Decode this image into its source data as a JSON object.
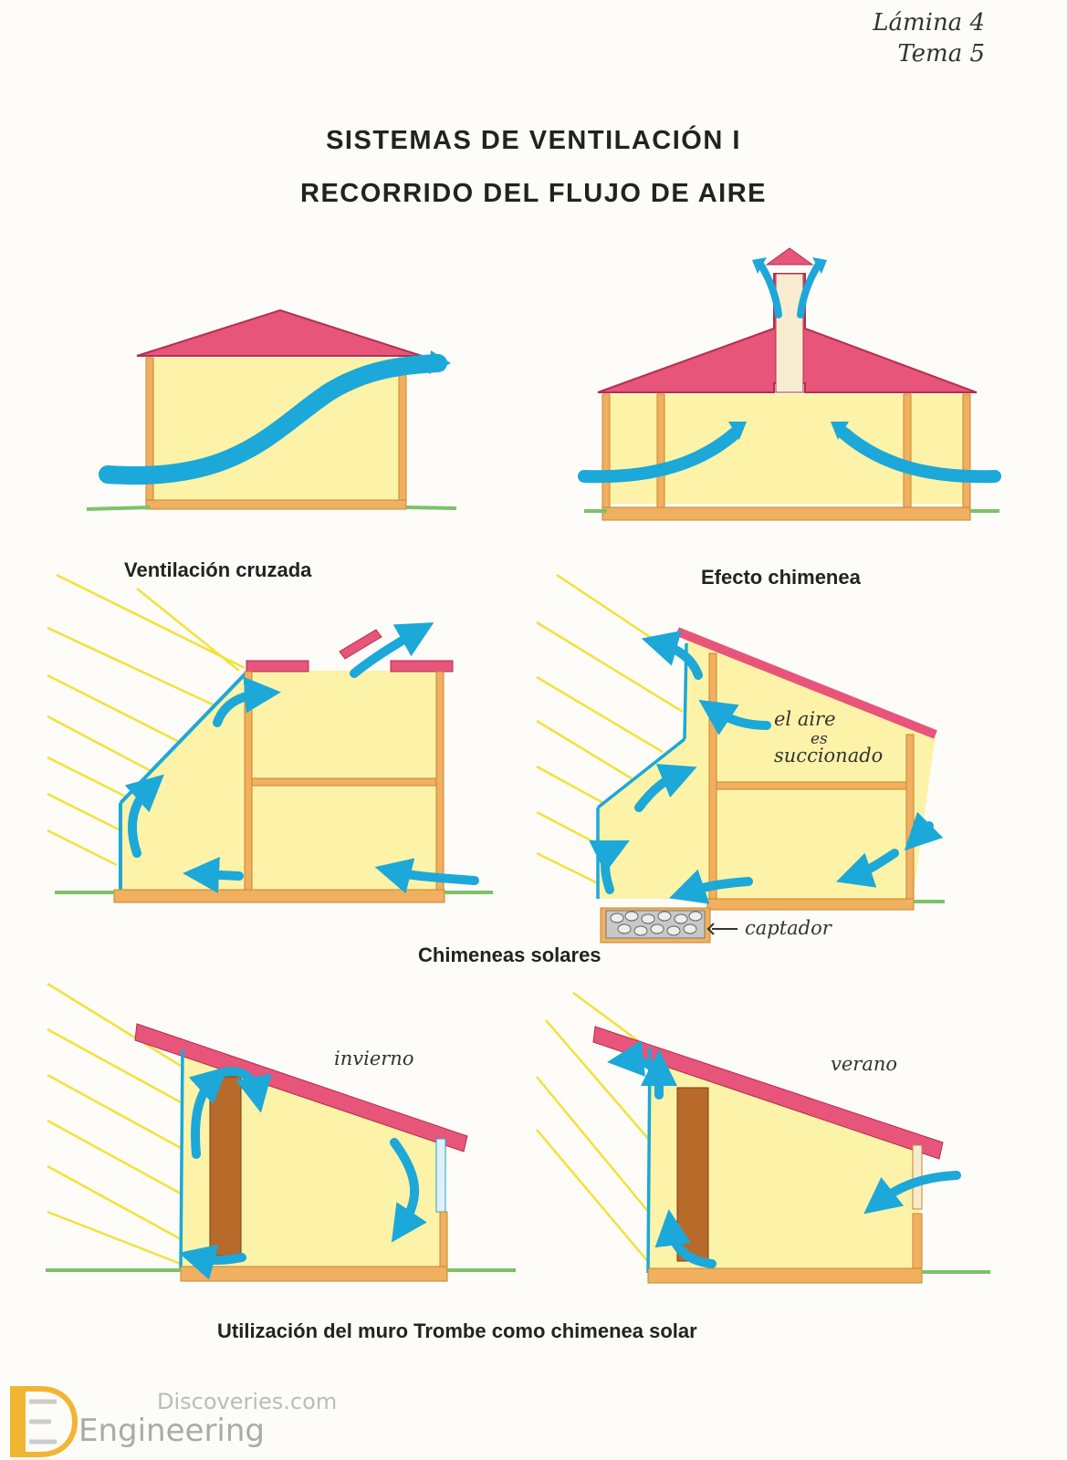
{
  "header": {
    "sheet": "Lámina 4",
    "topic": "Tema 5",
    "title_line1": "SISTEMAS DE VENTILACIÓN I",
    "title_line2": "RECORRIDO DEL FLUJO DE AIRE"
  },
  "captions": {
    "cross": "Ventilación cruzada",
    "chimney": "Efecto chimenea",
    "solar": "Chimeneas solares",
    "trombe": "Utilización del muro Trombe como chimenea solar"
  },
  "annotations": {
    "air_line1": "el aire",
    "air_line2": "es",
    "air_line3": "succionado",
    "collector": "captador",
    "winter": "invierno",
    "summer": "verano"
  },
  "watermark": {
    "line1": "Discoveries.com",
    "line2": "Engineering"
  },
  "colors": {
    "roof": "#e8557a",
    "wall": "#f0b060",
    "interior": "#fcf3a8",
    "airflow": "#1ca8d8",
    "sun_rays": "#f2e23a",
    "grass": "#7cc26a",
    "trombe_wall": "#b86a2a"
  }
}
